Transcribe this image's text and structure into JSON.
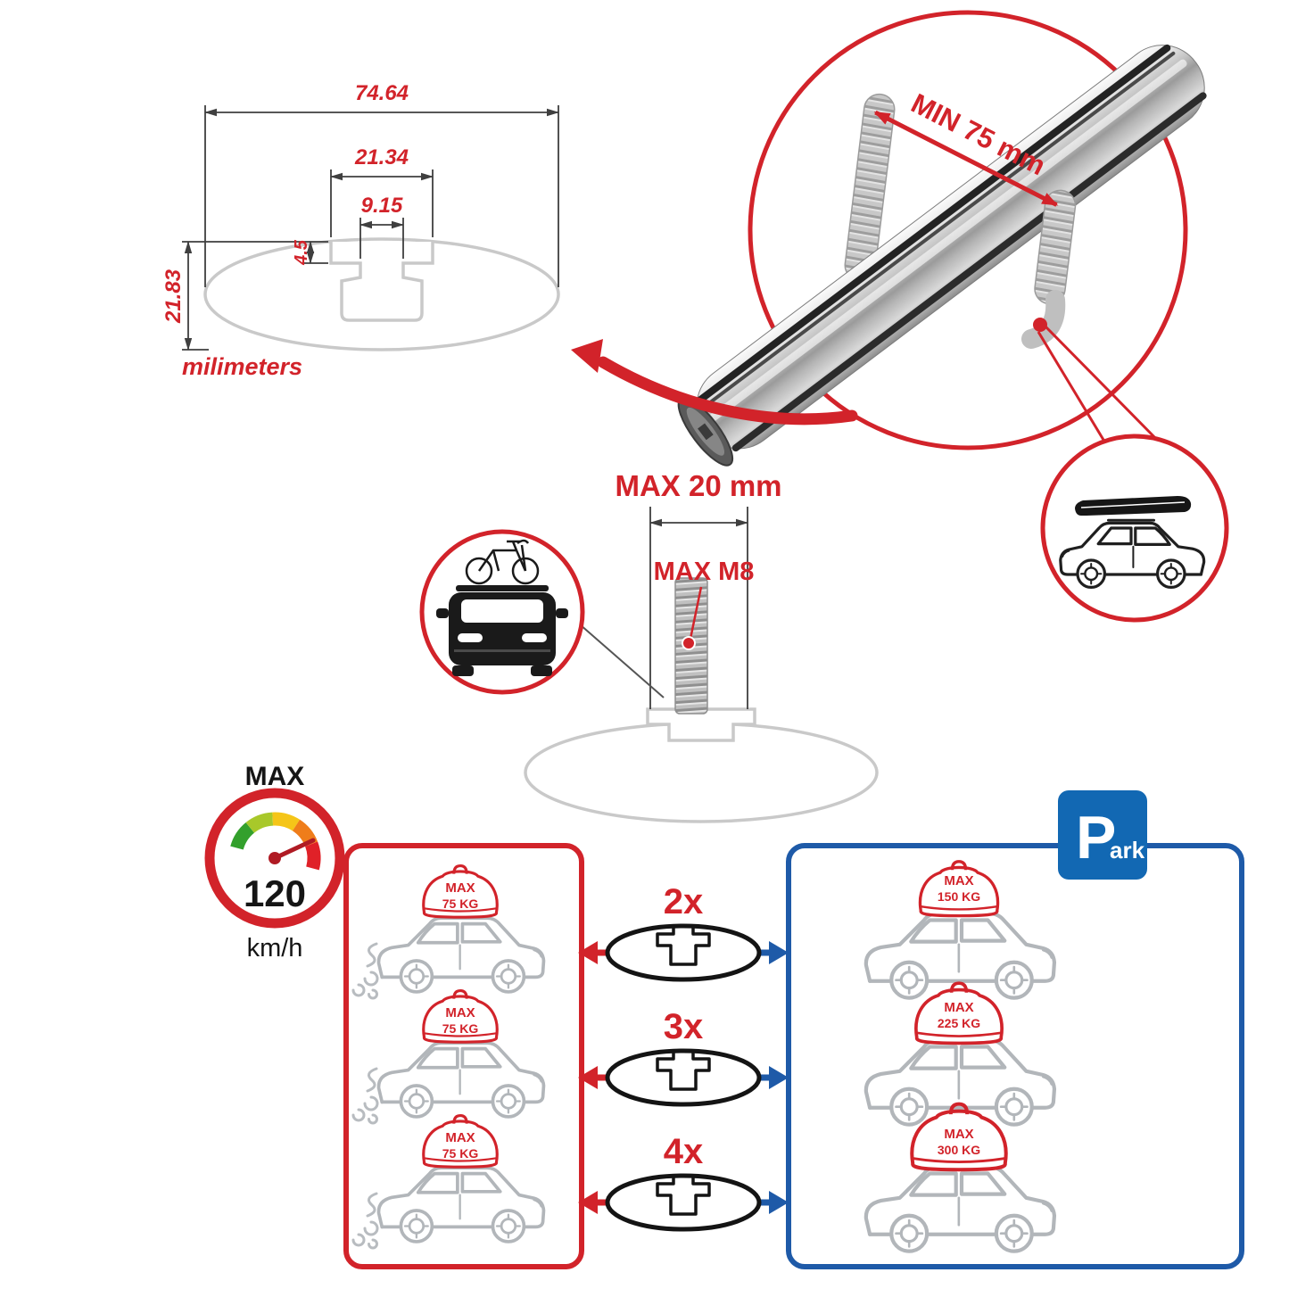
{
  "colors": {
    "red": "#d2232a",
    "blue": "#1e5aa8",
    "sign_blue": "#1268b3",
    "car_gray": "#b2b6ba",
    "ghost_gray": "#c9c9c9",
    "dim_gray": "#3f3f3f",
    "ink": "#151515"
  },
  "cross_section": {
    "total_width": "74.64",
    "channel_width": "21.34",
    "slot_width": "9.15",
    "step_depth": "4.5",
    "profile_height": "21.83",
    "unit_label": "milimeters"
  },
  "bar_detail": {
    "min_clamp_label": "MIN 75 mm"
  },
  "bolt_detail": {
    "max_plate_label": "MAX 20 mm",
    "max_thread_label": "MAX M8"
  },
  "speed_limit": {
    "title": "MAX",
    "value": "120",
    "unit": "km/h"
  },
  "red_panel": {
    "cars": [
      {
        "bag_title": "MAX",
        "bag_load": "75 KG"
      },
      {
        "bag_title": "MAX",
        "bag_load": "75 KG"
      },
      {
        "bag_title": "MAX",
        "bag_load": "75 KG"
      }
    ]
  },
  "crossbar_options": [
    {
      "label": "2x"
    },
    {
      "label": "3x"
    },
    {
      "label": "4x"
    }
  ],
  "blue_panel": {
    "park_letter": "P",
    "park_rest": "ark",
    "cars": [
      {
        "bag_title": "MAX",
        "bag_load": "150 KG"
      },
      {
        "bag_title": "MAX",
        "bag_load": "225 KG"
      },
      {
        "bag_title": "MAX",
        "bag_load": "300 KG"
      }
    ]
  }
}
